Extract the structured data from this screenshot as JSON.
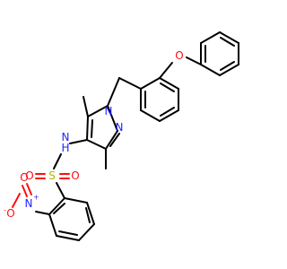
{
  "colors": {
    "carbon_bond": "#000000",
    "nitrogen": "#1f1fff",
    "oxygen": "#ff0d0d",
    "sulfur": "#b3b300",
    "background": "#ffffff"
  },
  "atoms": {
    "ether_oxygen": "O",
    "pyrazole_n1": "N",
    "pyrazole_n2": "N",
    "amine_n": "N",
    "amine_h": "H",
    "sulfur": "S",
    "sulfonyl_o_left": "O",
    "sulfonyl_o_right": "O",
    "nitro_n": "N",
    "nitro_n_charge": "+",
    "nitro_o_single": "O",
    "nitro_o_single_charge": "-",
    "nitro_o_double": "O"
  }
}
